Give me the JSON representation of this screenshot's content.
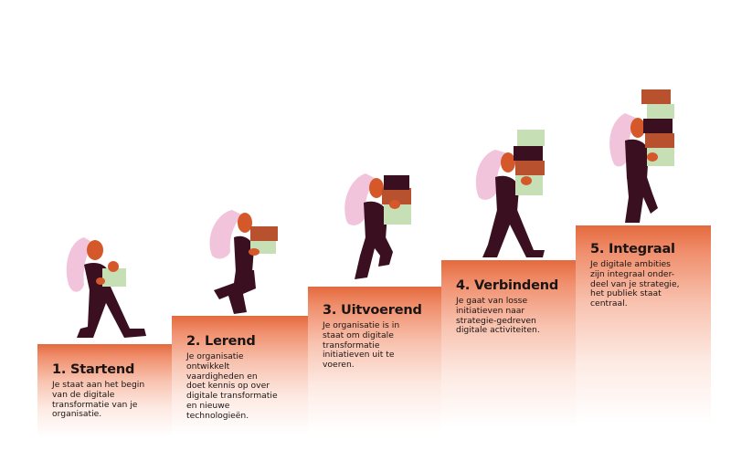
{
  "diagram": {
    "colors": {
      "step_top": "#e46a3e",
      "outfit": "#3a1020",
      "skin": "#d4582a",
      "hair": "#f2c4dc",
      "box_green": "#c6dfb4",
      "box_rust": "#b8522e",
      "box_dark": "#3a1020"
    },
    "steps": [
      {
        "number": "1.",
        "name": "Startend",
        "title": "1. Startend",
        "description": "Je staat aan het begin\nvan de digitale\ntransformatie van je\norganisatie.",
        "boxes": [
          "green"
        ]
      },
      {
        "number": "2.",
        "name": "Lerend",
        "title": "2. Lerend",
        "description": "Je organisatie\nontwikkelt\nvaardigheden en\ndoet kennis op over\ndigitale transformatie\nen nieuwe\ntechnologieën.",
        "boxes": [
          "green",
          "rust"
        ]
      },
      {
        "number": "3.",
        "name": "Uitvoerend",
        "title": "3. Uitvoerend",
        "description": "Je organisatie is in\nstaat om digitale\ntransformatie\ninitiatieven uit te\nvoeren.",
        "boxes": [
          "green",
          "rust",
          "dark"
        ]
      },
      {
        "number": "4.",
        "name": "Verbindend",
        "title": "4. Verbindend",
        "description": "Je gaat van losse\ninitiatieven naar\nstrategie-gedreven\ndigitale activiteiten.",
        "boxes": [
          "green",
          "rust",
          "dark",
          "green"
        ]
      },
      {
        "number": "5.",
        "name": "Integraal",
        "title": "5. Integraal",
        "description": "Je digitale ambities\nzijn  integraal onder-\ndeel van je strategie,\nhet publiek staat\ncentraal.",
        "boxes": [
          "green",
          "rust",
          "dark",
          "green",
          "rust"
        ]
      }
    ]
  }
}
